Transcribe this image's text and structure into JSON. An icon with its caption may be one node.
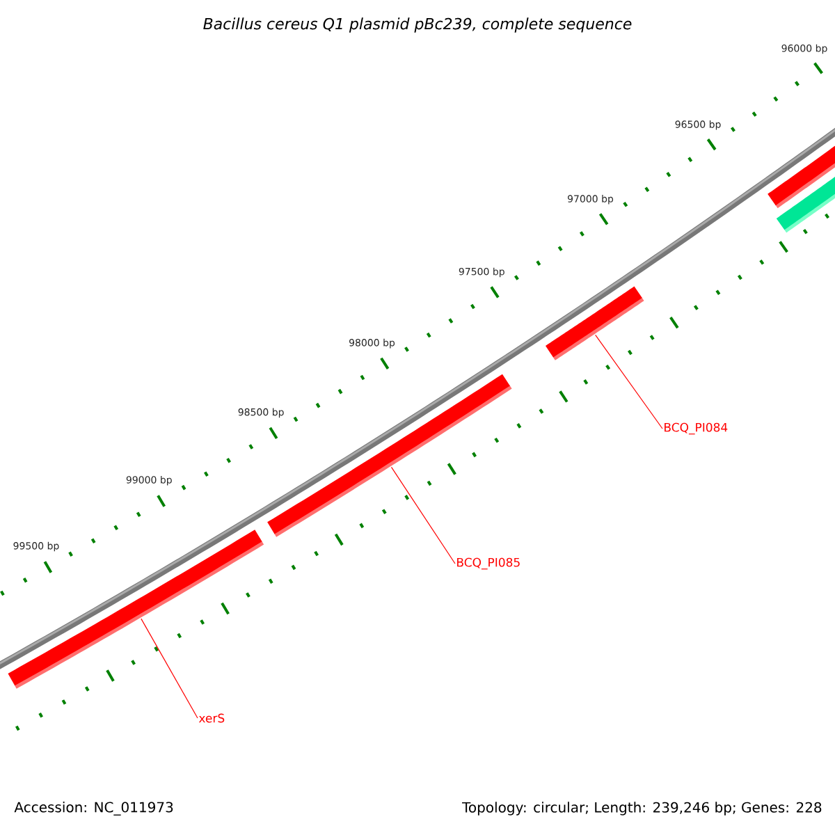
{
  "diagram": {
    "title": "Bacillus cereus Q1 plasmid pBc239, complete sequence",
    "nodes": [
      {
        "text": [],
        "shape": "bar"
      },
      {
        "text": [],
        "shape": "bar"
      },
      {
        "text": [],
        "shape": "bar"
      },
      {
        "text": [],
        "shape": "bar"
      },
      {
        "text": [
          "BCQ_PI084"
        ]
      },
      {
        "text": [],
        "shape": "bar"
      },
      {
        "text": [
          "BCQ_PI085"
        ]
      },
      {
        "text": [],
        "shape": "bar"
      },
      {
        "text": [
          "xerS"
        ]
      }
    ],
    "edges": [
      {
        "from": 4,
        "to": 3,
        "arrow": "none"
      },
      {
        "from": 6,
        "to": 5,
        "arrow": "none"
      },
      {
        "from": 8,
        "to": 7,
        "arrow": "none"
      }
    ],
    "labels": [
      "96000 bp",
      "96500 bp",
      "97000 bp",
      "97500 bp",
      "98000 bp",
      "98500 bp",
      "99000 bp",
      "99500 bp",
      "Accession: NC_011973",
      "Topology: circular; Length: 239,246 bp; Genes: 228"
    ]
  }
}
